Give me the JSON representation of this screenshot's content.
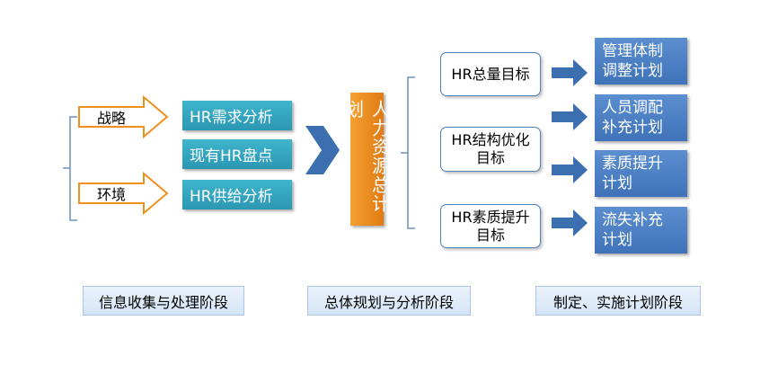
{
  "inputs": [
    "战略",
    "环境"
  ],
  "collection_boxes": [
    "HR需求分析",
    "现有HR盘点",
    "HR供给分析"
  ],
  "central": "人力资源总计划",
  "goals": [
    "HR总量目标",
    "HR结构优化\n目标",
    "HR素质提升\n目标"
  ],
  "plans": [
    "管理体制\n调整计划",
    "人员调配\n补充计划",
    "素质提升\n计划",
    "流失补充\n计划"
  ],
  "phases": [
    "信息收集与处理阶段",
    "总体规划与分析阶段",
    "制定、实施计划阶段"
  ],
  "colors": {
    "teal": "#2ba6c1",
    "blue": "#4f81bd",
    "orange": "#f0901c",
    "arrow": "#3b6fb0"
  }
}
